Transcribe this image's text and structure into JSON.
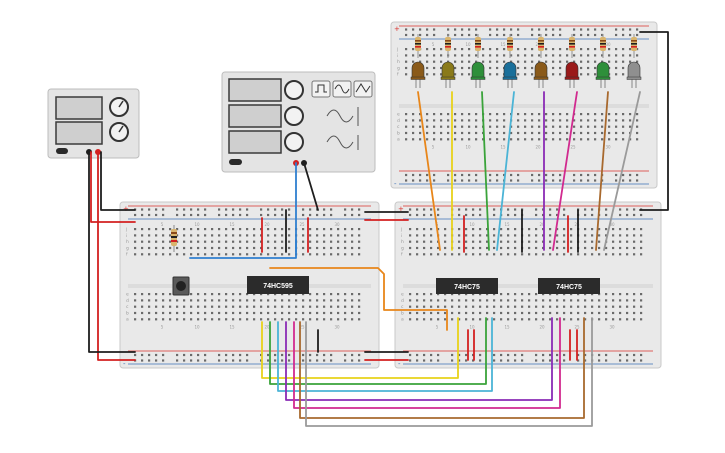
{
  "colors": {
    "background": "#ffffff",
    "board": "#e9e9e9",
    "rail_red": "#d9302c",
    "rail_blue": "#3a6fb5",
    "chip": "#2b2b2b",
    "wire_red": "#d32020",
    "wire_black": "#1e1e1e",
    "wire_orange": "#e8861a",
    "wire_yellow": "#e8d21a",
    "wire_green": "#3aa33a",
    "wire_cyan": "#4bb4d6",
    "wire_purple": "#8a2bb5",
    "wire_magenta": "#d12a8f",
    "wire_brown": "#a8692e",
    "wire_gray": "#9a9a9a",
    "wire_blue": "#2f7fd0"
  },
  "chips": {
    "shift_register": "74HC595",
    "latch_1": "74HC75",
    "latch_2": "74HC75"
  },
  "breadboard": {
    "columns": [
      "5",
      "10",
      "15",
      "20",
      "25",
      "30"
    ],
    "rows_top": [
      "j",
      "i",
      "h",
      "g",
      "f"
    ],
    "rows_bottom": [
      "e",
      "d",
      "c",
      "b",
      "a"
    ],
    "rail_plus": "+",
    "rail_minus": "-"
  },
  "leds": [
    {
      "name": "led-1",
      "color": "#8a5a1a"
    },
    {
      "name": "led-2",
      "color": "#8a7a1a"
    },
    {
      "name": "led-3",
      "color": "#2e8f3a"
    },
    {
      "name": "led-4",
      "color": "#1a6f9a"
    },
    {
      "name": "led-5",
      "color": "#8a5a1a"
    },
    {
      "name": "led-6",
      "color": "#9a1a1a"
    },
    {
      "name": "led-7",
      "color": "#2e8f3a"
    },
    {
      "name": "led-8",
      "color": "#8f8f8f"
    }
  ],
  "icons": {
    "square_wave": "square-wave-icon",
    "sine_wave": "sine-wave-icon",
    "triangle_wave": "triangle-wave-icon"
  }
}
